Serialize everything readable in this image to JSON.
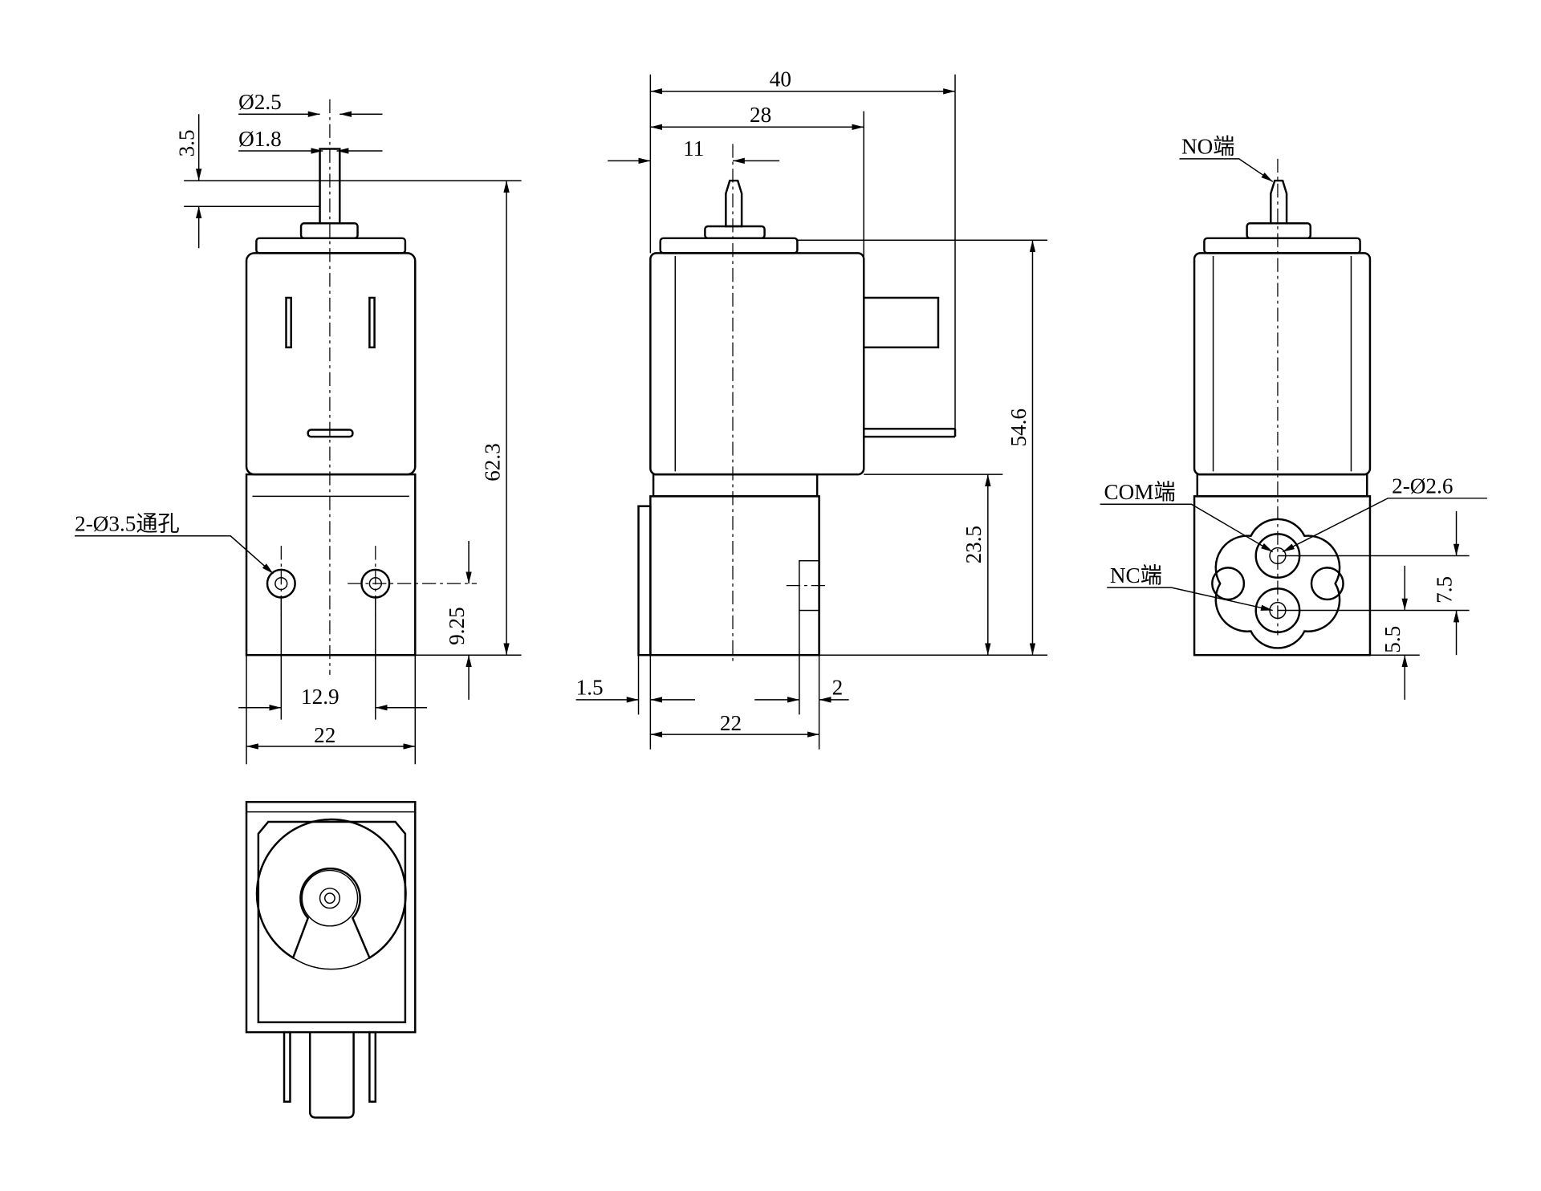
{
  "front_view": {
    "nozzle_outer_dia": "Ø2.5",
    "nozzle_inner_dia": "Ø1.8",
    "nozzle_height": "3.5",
    "total_height": "62.3",
    "mount_holes": "2-Ø3.5通孔",
    "hole_height": "9.25",
    "hole_spacing": "12.9",
    "width": "22"
  },
  "side_view": {
    "overall_length": "40",
    "coil_length": "28",
    "nozzle_offset": "11",
    "body_height": "54.6",
    "base_height": "23.5",
    "left_step": "1.5",
    "right_step": "2",
    "base_width": "22"
  },
  "port_view": {
    "no_port": "NO端",
    "com_port": "COM端",
    "nc_port": "NC端",
    "port_holes": "2-Ø2.6",
    "port_spacing": "7.5",
    "nc_height": "5.5"
  }
}
